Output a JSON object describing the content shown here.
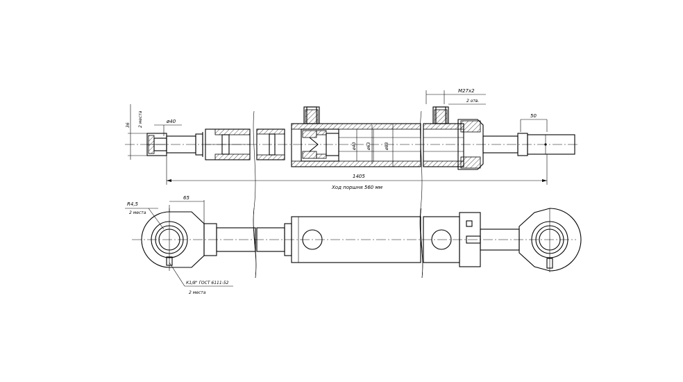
{
  "labels": {
    "m27": "M27x2",
    "holes2": "2 отв.",
    "d50": "50",
    "d40_rod_end": "ø40",
    "mesta_side": "2 места",
    "d36": "36",
    "d40_rod": "ø40",
    "d63": "ø63",
    "d83": "ø83",
    "length": "1405",
    "stroke": "Ход поршня 560 мм",
    "r45": "R4,5",
    "mesta_r": "2 места",
    "d65": "65",
    "k18": "К1/8\" ГОСТ 6111-52",
    "mesta_k": "2 места"
  }
}
